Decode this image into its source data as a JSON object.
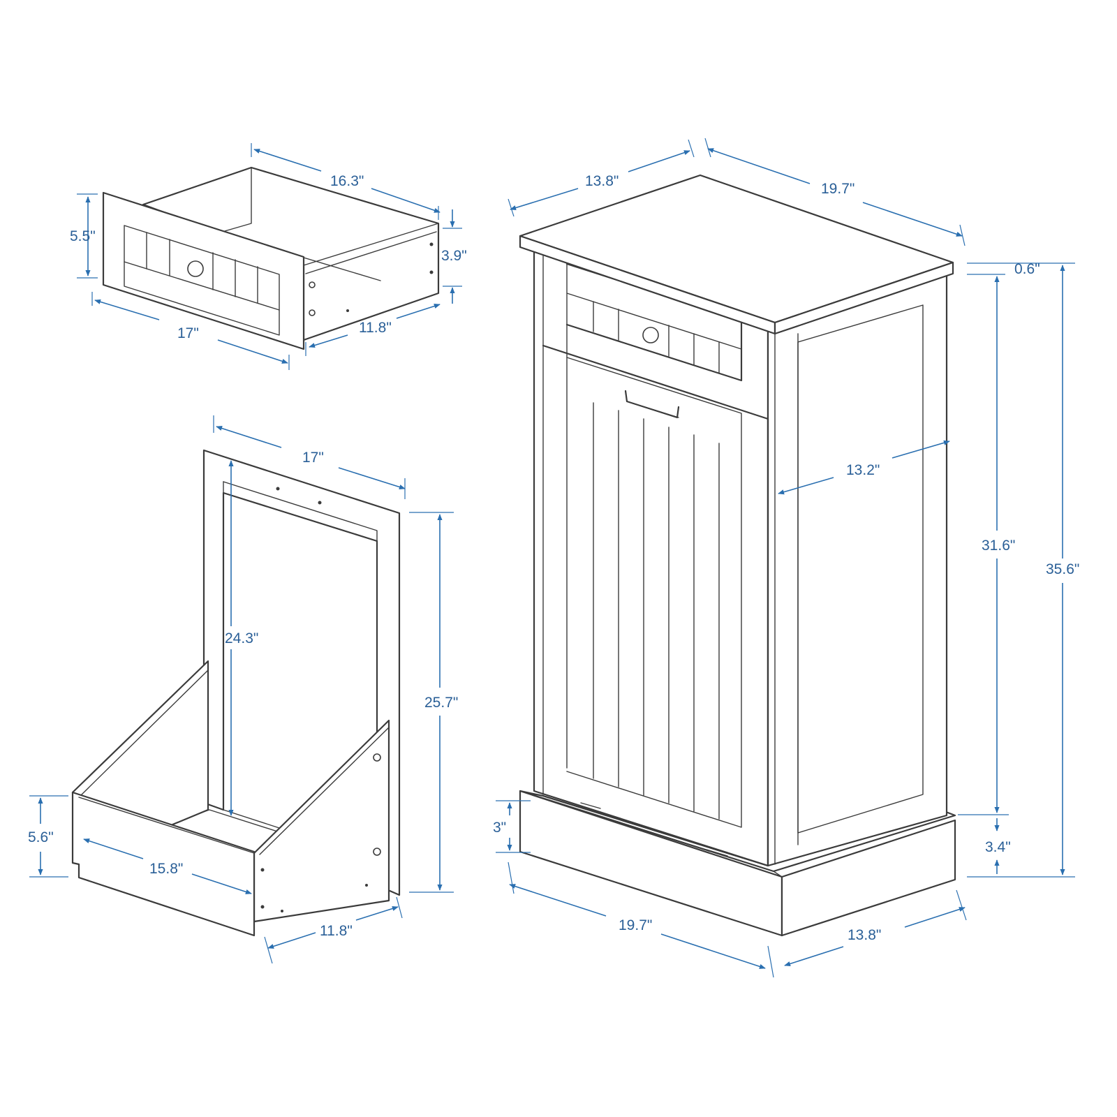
{
  "colors": {
    "line": "#3b3b3b",
    "dimension": "#2a6fb0",
    "label": "#2a5f97",
    "background": "#ffffff"
  },
  "drawer": {
    "depth_top": "16.3\"",
    "height": "5.5\"",
    "inner_height": "3.9\"",
    "width": "17\"",
    "depth_bottom": "11.8\""
  },
  "basket": {
    "width_top": "17\"",
    "inner_height": "24.3\"",
    "height": "25.7\"",
    "front_height": "5.6\"",
    "inner_width": "15.8\"",
    "depth": "11.8\""
  },
  "cabinet": {
    "top_depth": "13.8\"",
    "top_width": "19.7\"",
    "top_thickness": "0.6\"",
    "inner_depth": "13.2\"",
    "door_height": "31.6\"",
    "total_height": "35.6\"",
    "base_gap": "3\"",
    "base_height": "3.4\"",
    "bottom_width": "19.7\"",
    "bottom_depth": "13.8\""
  }
}
